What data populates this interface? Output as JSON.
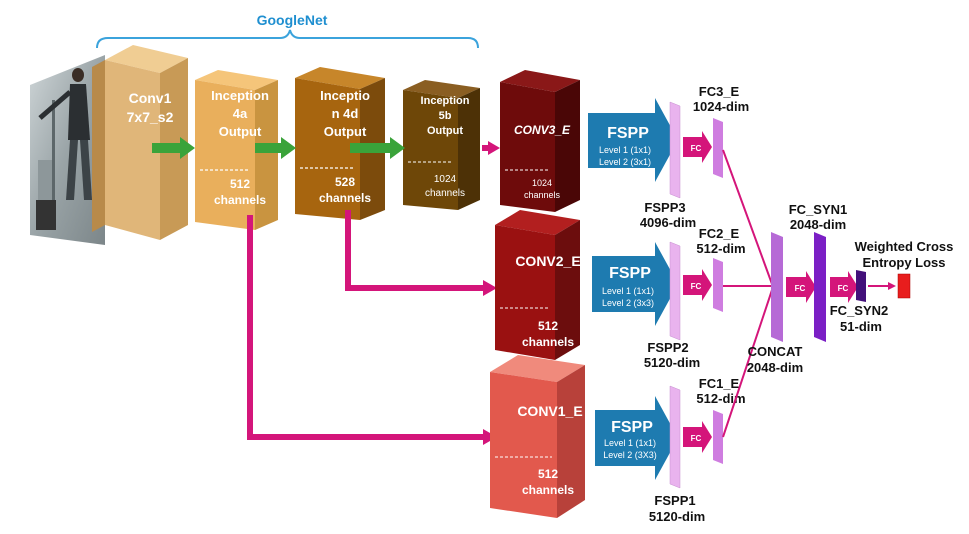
{
  "colors": {
    "brace": "#3ba3dc",
    "googlenet_text": "#1f8fd0",
    "green_arrow": "#3aa33a",
    "magenta": "#d4157a",
    "fspp_blue": "#1e7bb0",
    "fspp_bar": "#e9b3ee",
    "fc_pink": "#d4157a",
    "fc_dim_bar": "#cf7de0",
    "concat_bar": "#b66ad6",
    "syn1_bar": "#7b1fc5",
    "syn2_bar": "#43107a",
    "loss_red": "#e81d1d"
  },
  "title": "GoogleNet",
  "photo_alt": "pedestrian photo",
  "blocks": {
    "conv1": {
      "line1": "Conv1",
      "line2": "7x7_s2"
    },
    "inc4a": {
      "line1": "Inception",
      "line2": "4a",
      "line3": "Output",
      "ch1": "512",
      "ch2": "channels"
    },
    "inc4d": {
      "line1": "Inceptio",
      "line2": "n 4d",
      "line3": "Output",
      "ch1": "528",
      "ch2": "channels"
    },
    "inc5b": {
      "line1": "Inception",
      "line2": "5b",
      "line3": "Output",
      "ch1": "1024",
      "ch2": "channels"
    },
    "conv3e": {
      "name": "CONV3_E",
      "ch1": "1024",
      "ch2": "channels"
    },
    "conv2e": {
      "name": "CONV2_E",
      "ch1": "512",
      "ch2": "channels"
    },
    "conv1e": {
      "name": "CONV1_E",
      "ch1": "512",
      "ch2": "channels"
    }
  },
  "fspp": [
    {
      "title": "FSPP",
      "level1": "Level 1 (1x1)",
      "level2": "Level 2 (3x1)",
      "name": "FSPP3",
      "dim": "4096-dim"
    },
    {
      "title": "FSPP",
      "level1": "Level 1 (1x1)",
      "level2": "Level 2 (3x3)",
      "name": "FSPP2",
      "dim": "5120-dim"
    },
    {
      "title": "FSPP",
      "level1": "Level 1 (1x1)",
      "level2": "Level 2 (3X3)",
      "name": "FSPP1",
      "dim": "5120-dim"
    }
  ],
  "fc_label": "FC",
  "fc_layers": [
    {
      "name": "FC3_E",
      "dim": "1024-dim"
    },
    {
      "name": "FC2_E",
      "dim": "512-dim"
    },
    {
      "name": "FC1_E",
      "dim": "512-dim"
    }
  ],
  "concat": {
    "name": "CONCAT",
    "dim": "2048-dim"
  },
  "fc_syn1": {
    "name": "FC_SYN1",
    "dim": "2048-dim"
  },
  "fc_syn2": {
    "name": "FC_SYN2",
    "dim": "51-dim"
  },
  "loss": {
    "line1": "Weighted Cross",
    "line2": "Entropy Loss"
  }
}
